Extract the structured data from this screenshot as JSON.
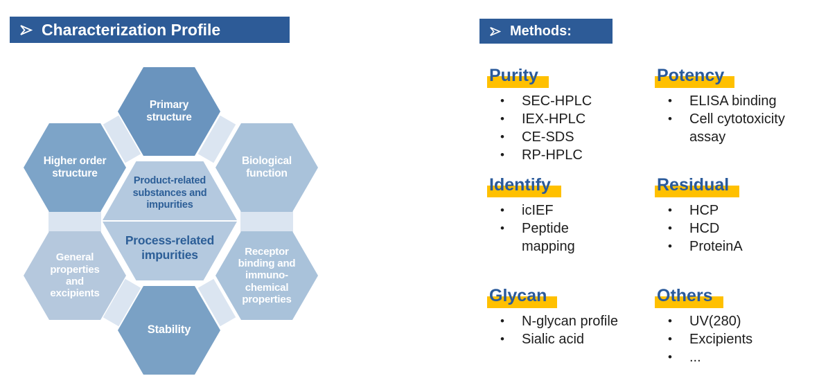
{
  "colors": {
    "titlebar_bg": "#2d5b97",
    "heading_text": "#2a5a9b",
    "heading_highlight": "#ffc000",
    "hex_dark": "#6a94be",
    "hex_medium": "#7da4c8",
    "hex_light": "#a9c2da",
    "hex_lighter": "#b5c8dd",
    "hex_center": "#b4c9df",
    "hex_center_text": "#2c5e97",
    "connector": "#dbe5f1"
  },
  "characterization": {
    "title": "Characterization Profile",
    "hexagons": [
      {
        "id": "primary",
        "label": "Primary\nstructure"
      },
      {
        "id": "higher",
        "label": "Higher order\nstructure"
      },
      {
        "id": "biological",
        "label": "Biological\nfunction"
      },
      {
        "id": "general",
        "label": "General\nproperties\nand\nexcipients"
      },
      {
        "id": "receptor",
        "label": "Receptor\nbinding and\nimmuno-\nchemical\nproperties"
      },
      {
        "id": "stability",
        "label": "Stability"
      }
    ],
    "center": {
      "top": "Product-related\nsubstances and\nimpurities",
      "bottom": "Process-related\nimpurities"
    }
  },
  "methods": {
    "title": "Methods:",
    "sections": [
      {
        "title": "Purity",
        "items": [
          "SEC-HPLC",
          "IEX-HPLC",
          "CE-SDS",
          "RP-HPLC"
        ]
      },
      {
        "title": "Potency",
        "items": [
          "ELISA binding",
          "Cell cytotoxicity\nassay"
        ]
      },
      {
        "title": "Identify",
        "items": [
          "icIEF",
          "Peptide\nmapping"
        ]
      },
      {
        "title": "Residual",
        "items": [
          "HCP",
          "HCD",
          "ProteinA"
        ]
      },
      {
        "title": "Glycan",
        "items": [
          "N-glycan profile",
          "Sialic acid"
        ]
      },
      {
        "title": "Others",
        "items": [
          "UV(280)",
          "Excipients",
          "..."
        ]
      }
    ]
  }
}
